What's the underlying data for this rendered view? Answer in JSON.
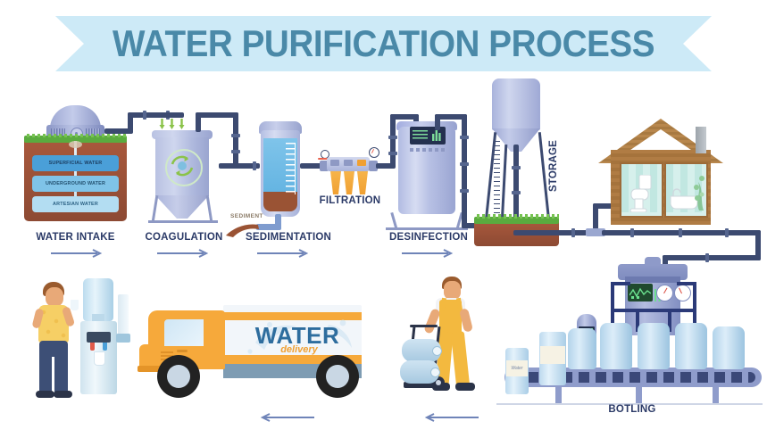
{
  "title": "WATER PURIFICATION PROCESS",
  "colors": {
    "banner_bg": "#cdeaf7",
    "title_text": "#4a89a8",
    "label_text": "#2b3a67",
    "pipe": "#3c4a70",
    "accent_orange": "#f6a93b",
    "water_blue": "#64b4e2",
    "soil_brown": "#9a5334",
    "grass_green": "#5aab3f"
  },
  "stages": {
    "water_intake": {
      "label": "WATER INTAKE",
      "layers": [
        {
          "name": "SUPERFICIAL WATER",
          "color": "#4a9fd8"
        },
        {
          "name": "UNDERGROUND WATER",
          "color": "#7fc3e8"
        },
        {
          "name": "ARTESIAN WATER",
          "color": "#b3ddf2"
        }
      ]
    },
    "coagulation": {
      "label": "COAGULATION"
    },
    "sedimentation": {
      "label": "SEDIMENTATION",
      "sub_label": "SEDIMENT"
    },
    "filtration": {
      "label": "FILTRATION"
    },
    "desinfection": {
      "label": "DESINFECTION"
    },
    "storage": {
      "label": "STORAGE"
    },
    "botling": {
      "label": "BOTLING"
    }
  },
  "truck": {
    "headline": "WATER",
    "subline": "delivery"
  },
  "bottle_label": "Water",
  "arrows": {
    "flow_right": "arrow-right",
    "flow_left": "arrow-left"
  }
}
